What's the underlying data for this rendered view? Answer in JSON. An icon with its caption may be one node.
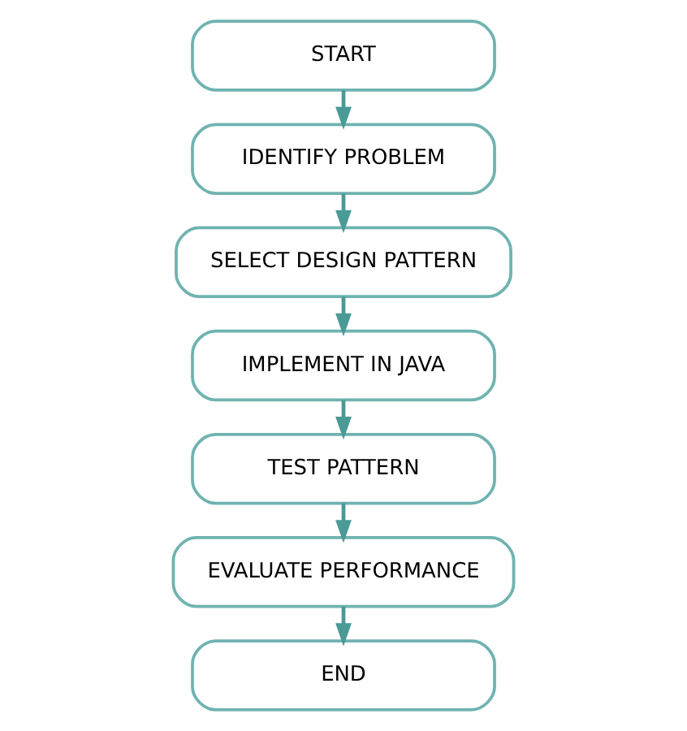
{
  "diagram": {
    "nodes": [
      {
        "text": [
          "START"
        ]
      },
      {
        "text": [
          "IDENTIFY PROBLEM"
        ]
      },
      {
        "text": [
          "SELECT DESIGN PATTERN"
        ]
      },
      {
        "text": [
          "IMPLEMENT IN JAVA"
        ]
      },
      {
        "text": [
          "TEST PATTERN"
        ]
      },
      {
        "text": [
          "EVALUATE PERFORMANCE"
        ]
      },
      {
        "text": [
          "END"
        ]
      }
    ],
    "edges": [
      {
        "from": 0,
        "to": 1,
        "arrow": "to"
      },
      {
        "from": 1,
        "to": 2,
        "arrow": "to"
      },
      {
        "from": 2,
        "to": 3,
        "arrow": "to"
      },
      {
        "from": 3,
        "to": 4,
        "arrow": "to"
      },
      {
        "from": 4,
        "to": 5,
        "arrow": "to"
      },
      {
        "from": 5,
        "to": 6,
        "arrow": "to"
      }
    ]
  }
}
